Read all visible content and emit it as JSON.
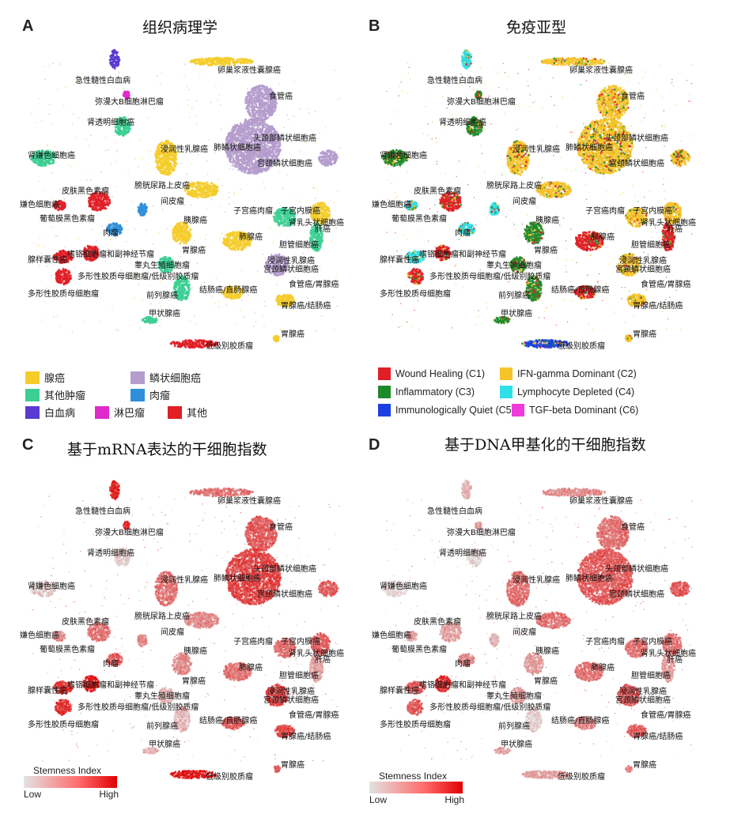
{
  "panels": [
    {
      "letter": "A",
      "title": "组织病理学",
      "colors": {
        "adeno": "#f5cc2a",
        "squamous": "#b49ccc",
        "other_tumor": "#3ccf93",
        "sarcoma": "#2f8fd8",
        "leukemia": "#5a3ad0",
        "lymphoma": "#e02acb",
        "other": "#e01f26"
      }
    },
    {
      "letter": "B",
      "title": "免疫亚型",
      "colors": {
        "C1": "#e01f26",
        "C2": "#f5c42a",
        "C3": "#1d8a2a",
        "C4": "#2fe0e8",
        "C5": "#1a3fe0",
        "C6": "#ee3cdc"
      }
    },
    {
      "letter": "C",
      "title": "基于mRNA表达的干细胞指数"
    },
    {
      "letter": "D",
      "title": "基于DNA甲基化的干细胞指数"
    }
  ],
  "cluster_labels": [
    "急性髓性白血病",
    "弥漫大B细胞淋巴瘤",
    "卵巢浆液性囊腺癌",
    "食管癌",
    "肾透明细胞癌",
    "头颈部鳞状细胞癌",
    "肺鳞状细胞癌",
    "浸润性乳腺癌",
    "宫颈鳞状细胞癌",
    "肾乳头状细胞癌",
    "肾嫌色细胞癌",
    "膀胱尿路上皮癌",
    "皮肤黑色素瘤",
    "间皮瘤",
    "子宫内膜癌",
    "子宫癌肉瘤",
    "嫌色细胞癌",
    "葡萄膜黑色素瘤",
    "胰腺癌",
    "肺腺癌",
    "肉瘤",
    "肝癌",
    "嗜铬细胞瘤和副神经节瘤",
    "睾丸生殖细胞瘤",
    "胃腺癌",
    "胆管细胞癌",
    "腺样囊性癌",
    "多形性胶质母细胞瘤/低级别胶质瘤",
    "多形性胶质母细胞瘤",
    "前列腺癌",
    "结肠癌/直肠腺癌",
    "浸润性乳腺癌",
    "宫颈鳞状细胞癌",
    "食管癌/胃腺癌",
    "胃腺癌/结肠癌",
    "甲状腺癌",
    "低级别胶质瘤",
    "胃腺癌"
  ],
  "legend_a": [
    {
      "label": "腺癌",
      "color": "#f5cc2a"
    },
    {
      "label": "鳞状细胞癌",
      "color": "#b49ccc"
    },
    {
      "label": "其他肿瘤",
      "color": "#3ccf93"
    },
    {
      "label": "肉瘤",
      "color": "#2f8fd8"
    },
    {
      "label": "白血病",
      "color": "#5a3ad0"
    },
    {
      "label": "淋巴瘤",
      "color": "#e02acb"
    },
    {
      "label": "其他",
      "color": "#e01f26"
    }
  ],
  "legend_b": [
    {
      "label": "Wound Healing (C1)",
      "color": "#e01f26"
    },
    {
      "label": "IFN-gamma Dominant (C2)",
      "color": "#f5c42a"
    },
    {
      "label": "Inflammatory (C3)",
      "color": "#1d8a2a"
    },
    {
      "label": "Lymphocyte Depleted (C4)",
      "color": "#2fe0e8"
    },
    {
      "label": "Immunologically Quiet (C5)",
      "color": "#1a3fe0"
    },
    {
      "label": "TGF-beta Dominant (C6)",
      "color": "#ee3cdc"
    }
  ],
  "stemness": {
    "title": "Stemness Index",
    "low": "Low",
    "high": "High",
    "low_color": "#e3e3e3",
    "high_color": "#e00000"
  },
  "chart_data": [
    {
      "type": "scatter",
      "panel": "A",
      "title": "组织病理学",
      "color_by": "histology",
      "legend": [
        "腺癌",
        "鳞状细胞癌",
        "其他肿瘤",
        "肉瘤",
        "白血病",
        "淋巴瘤",
        "其他"
      ]
    },
    {
      "type": "scatter",
      "panel": "B",
      "title": "免疫亚型",
      "color_by": "immune subtype",
      "legend": [
        "Wound Healing (C1)",
        "IFN-gamma Dominant (C2)",
        "Inflammatory (C3)",
        "Lymphocyte Depleted (C4)",
        "Immunologically Quiet (C5)",
        "TGF-beta Dominant (C6)"
      ]
    },
    {
      "type": "scatter",
      "panel": "C",
      "title": "基于mRNA表达的干细胞指数",
      "color_by": "Stemness Index",
      "colorbar": [
        "Low",
        "High"
      ]
    },
    {
      "type": "scatter",
      "panel": "D",
      "title": "基于DNA甲基化的干细胞指数",
      "color_by": "Stemness Index",
      "colorbar": [
        "Low",
        "High"
      ]
    }
  ]
}
